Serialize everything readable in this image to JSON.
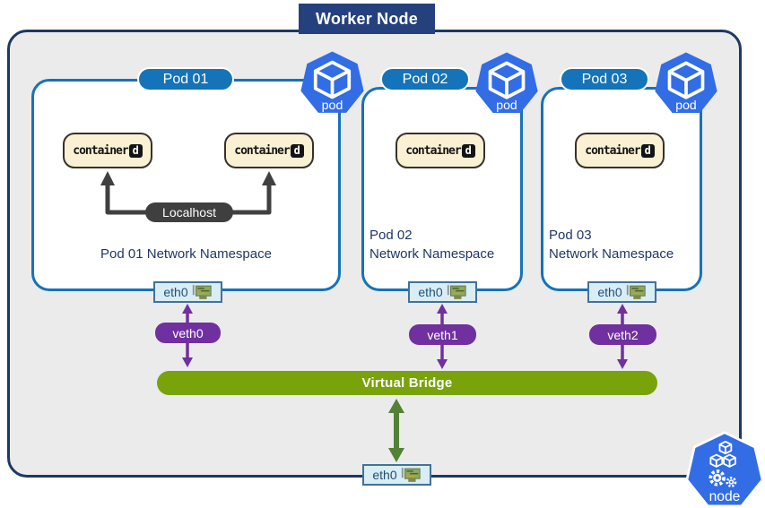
{
  "title": "Worker Node",
  "pods": [
    {
      "label": "Pod 01",
      "namespace": "Pod 01 Network Namespace",
      "namespace_line2": "",
      "eth": "eth0",
      "veth": "veth0",
      "icon": "pod"
    },
    {
      "label": "Pod 02",
      "namespace": "Pod 02",
      "namespace_line2": "Network Namespace",
      "eth": "eth0",
      "veth": "veth1",
      "icon": "pod"
    },
    {
      "label": "Pod 03",
      "namespace": "Pod 03",
      "namespace_line2": "Network Namespace",
      "eth": "eth0",
      "veth": "veth2",
      "icon": "pod"
    }
  ],
  "localhost_label": "Localhost",
  "containerd": {
    "text": "container",
    "d": "d"
  },
  "bridge_label": "Virtual Bridge",
  "node_eth": "eth0",
  "node_icon_label": "node",
  "colors": {
    "navy_border": "#1F3864",
    "banner_bg": "#24417E",
    "pod_blue": "#1573B9",
    "kubernetes_blue": "#326DE6",
    "containerd_bg": "#FAF0D3",
    "localhost_gray": "#3F3F3F",
    "veth_purple": "#7030A0",
    "eth_bg": "#D9EDF5",
    "eth_border": "#41719C",
    "bridge_green": "#78A30B",
    "arrow_green": "#538135",
    "node_area_bg": "#EBEBEB"
  }
}
